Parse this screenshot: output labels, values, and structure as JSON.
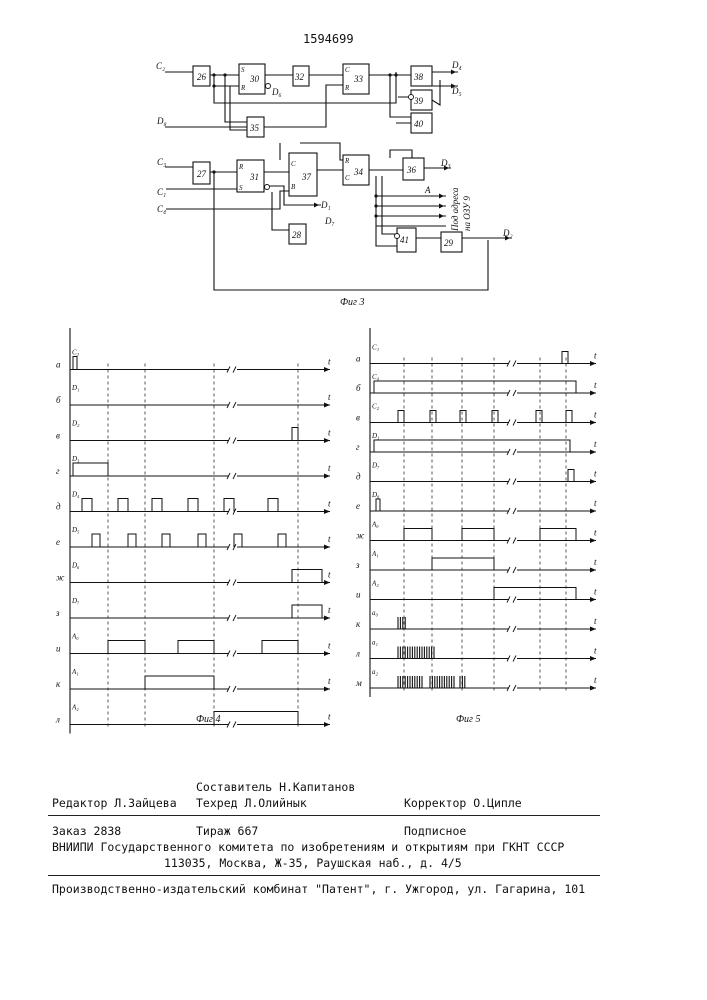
{
  "patent_number": "1594699",
  "fig3": {
    "caption": "Фиг 3",
    "blocks": [
      "26",
      "30",
      "32",
      "33",
      "38",
      "39",
      "40",
      "35",
      "27",
      "31",
      "37",
      "34",
      "36",
      "28",
      "41",
      "29"
    ],
    "inputs": [
      "C2",
      "D8",
      "C3",
      "C1",
      "C4"
    ],
    "outputs": [
      "D4",
      "D5",
      "D6",
      "D3",
      "D1",
      "D7",
      "D2",
      "A"
    ],
    "bus_label": [
      "Под адреса",
      "на ОЗУ 9"
    ]
  },
  "fig4": {
    "caption": "Фиг 4",
    "rows": [
      {
        "row": "а",
        "signal": "C3"
      },
      {
        "row": "б",
        "signal": "D1"
      },
      {
        "row": "в",
        "signal": "D2"
      },
      {
        "row": "г",
        "signal": "D3"
      },
      {
        "row": "д",
        "signal": "D4"
      },
      {
        "row": "е",
        "signal": "D5"
      },
      {
        "row": "ж",
        "signal": "D6"
      },
      {
        "row": "з",
        "signal": "D7"
      },
      {
        "row": "и",
        "signal": "A0"
      },
      {
        "row": "к",
        "signal": "A1"
      },
      {
        "row": "л",
        "signal": "A2"
      }
    ],
    "time_label": "t"
  },
  "fig5": {
    "caption": "Фиг 5",
    "rows": [
      {
        "row": "а",
        "signal": "C1"
      },
      {
        "row": "б",
        "signal": "C4"
      },
      {
        "row": "в",
        "signal": "C2"
      },
      {
        "row": "г",
        "signal": "D1"
      },
      {
        "row": "д",
        "signal": "D7"
      },
      {
        "row": "е",
        "signal": "D8"
      },
      {
        "row": "ж",
        "signal": "A0"
      },
      {
        "row": "з",
        "signal": "A1"
      },
      {
        "row": "и",
        "signal": "A2"
      },
      {
        "row": "к",
        "signal": "a0"
      },
      {
        "row": "л",
        "signal": "a1"
      },
      {
        "row": "м",
        "signal": "a2"
      }
    ],
    "time_label": "t"
  },
  "footer": {
    "composer": "Составитель Н.Капитанов",
    "editor": "Редактор Л.Зайцева",
    "techred": "Техред Л.Олийнык",
    "corrector": "Корректор О.Ципле",
    "order": "Заказ 2838",
    "circulation": "Тираж 667",
    "subscription": "Подписное",
    "org": "ВНИИПИ Государственного комитета по изобретениям и открытиям при ГКНТ СССР",
    "address": "113035, Москва, Ж-35, Раушская наб., д. 4/5",
    "printer": "Производственно-издательский комбинат \"Патент\", г. Ужгород, ул. Гагарина, 101"
  }
}
